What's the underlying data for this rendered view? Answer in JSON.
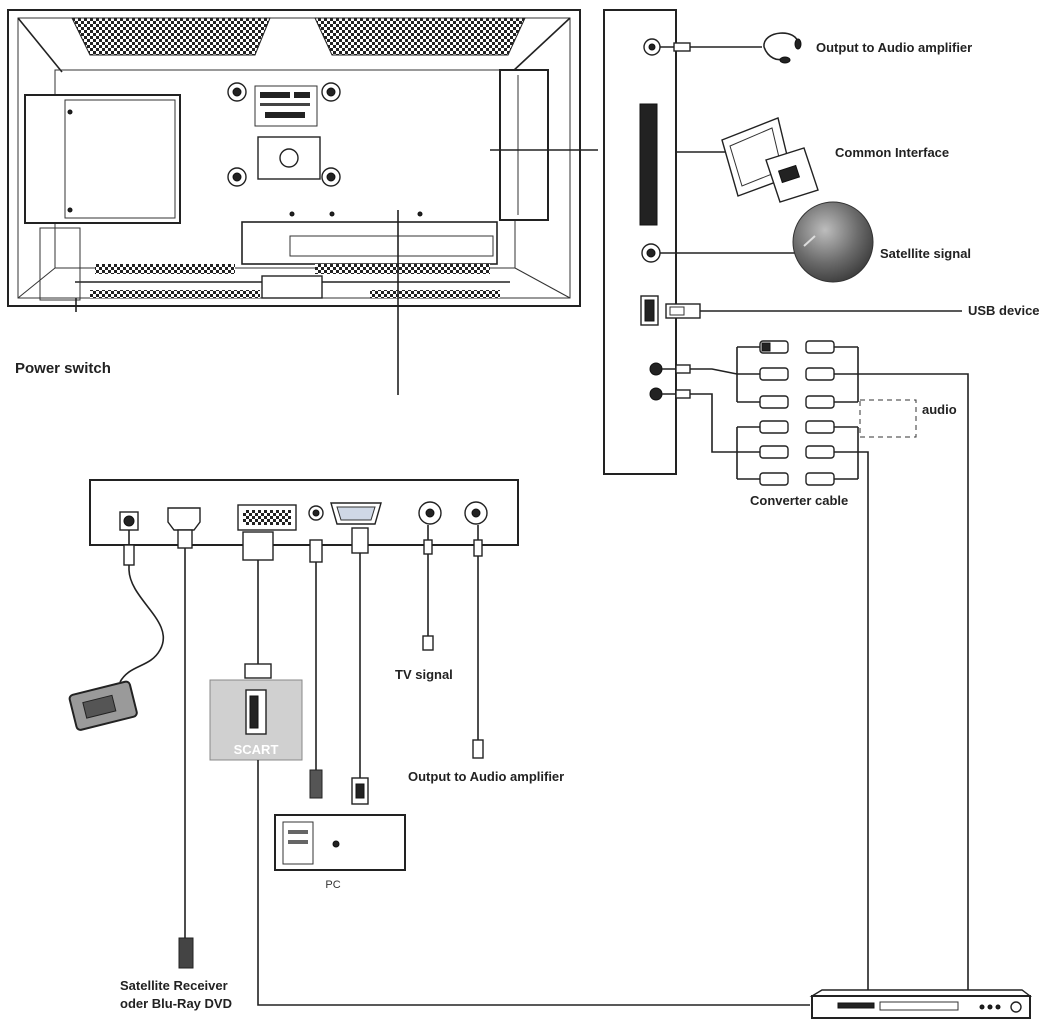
{
  "labels": {
    "power_switch": "Power switch",
    "output_audio_top": "Output to Audio amplifier",
    "common_interface": "Common Interface",
    "satellite_signal": "Satellite signal",
    "usb_device": "USB device",
    "audio": "audio",
    "converter_cable": "Converter cable",
    "tv_signal": "TV signal",
    "scart": "SCART",
    "output_audio_bottom": "Output to Audio amplifier",
    "pc": "PC",
    "satellite_receiver_line1": "Satellite Receiver",
    "satellite_receiver_line2": "oder Blu-Ray DVD"
  },
  "colors": {
    "line": "#222222",
    "scart_box": "#d0d0d0",
    "satellite_dish": "#6a6a6a"
  }
}
